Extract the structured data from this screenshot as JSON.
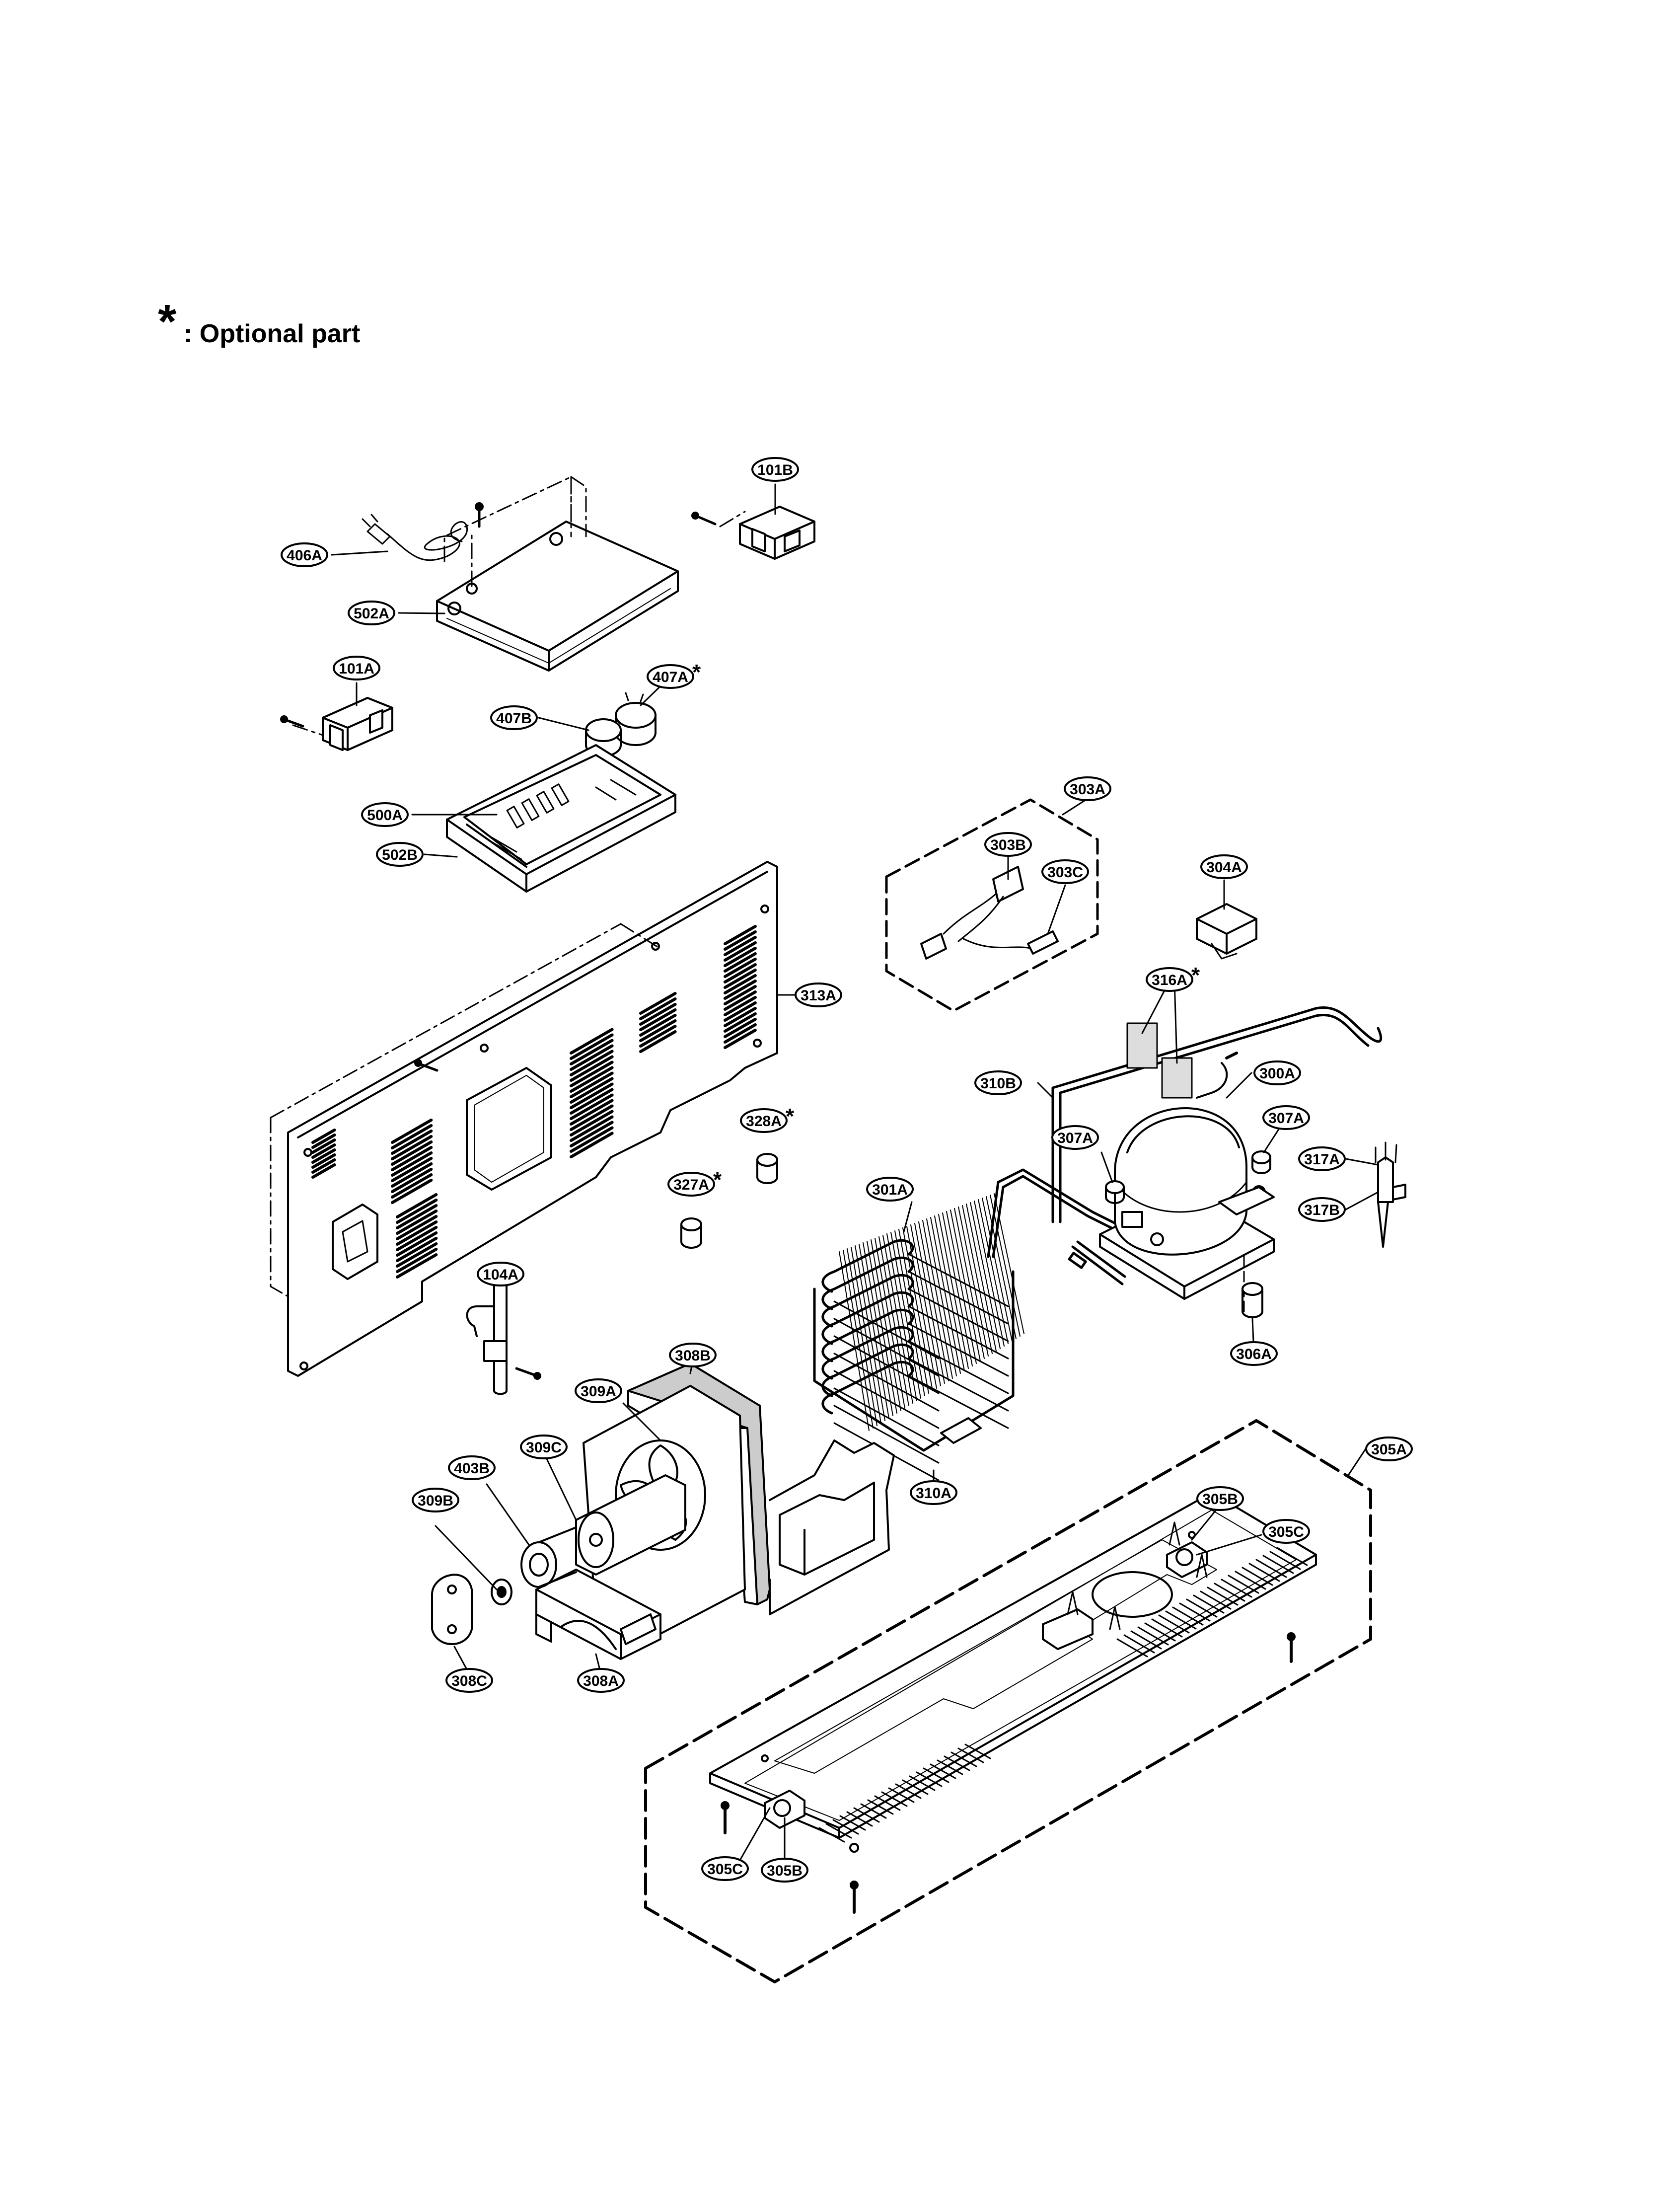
{
  "legend": {
    "symbol": "*",
    "text": ": Optional part"
  },
  "callouts": [
    {
      "id": "101B",
      "optional": false
    },
    {
      "id": "406A",
      "optional": false
    },
    {
      "id": "502A",
      "optional": false
    },
    {
      "id": "101A",
      "optional": false
    },
    {
      "id": "407A",
      "optional": true
    },
    {
      "id": "407B",
      "optional": false
    },
    {
      "id": "500A",
      "optional": false
    },
    {
      "id": "502B",
      "optional": false
    },
    {
      "id": "303A",
      "optional": false
    },
    {
      "id": "303B",
      "optional": false
    },
    {
      "id": "303C",
      "optional": false
    },
    {
      "id": "304A",
      "optional": false
    },
    {
      "id": "313A",
      "optional": false
    },
    {
      "id": "316A",
      "optional": true
    },
    {
      "id": "310B",
      "optional": false
    },
    {
      "id": "300A",
      "optional": false
    },
    {
      "id": "328A",
      "optional": true
    },
    {
      "id": "307A",
      "optional": false
    },
    {
      "id": "307A",
      "optional": false
    },
    {
      "id": "317A",
      "optional": false
    },
    {
      "id": "327A",
      "optional": true
    },
    {
      "id": "301A",
      "optional": false
    },
    {
      "id": "317B",
      "optional": false
    },
    {
      "id": "104A",
      "optional": false
    },
    {
      "id": "306A",
      "optional": false
    },
    {
      "id": "308B",
      "optional": false
    },
    {
      "id": "309A",
      "optional": false
    },
    {
      "id": "305A",
      "optional": false
    },
    {
      "id": "309C",
      "optional": false
    },
    {
      "id": "403B",
      "optional": false
    },
    {
      "id": "310A",
      "optional": false
    },
    {
      "id": "305B",
      "optional": false
    },
    {
      "id": "309B",
      "optional": false
    },
    {
      "id": "305C",
      "optional": false
    },
    {
      "id": "308C",
      "optional": false
    },
    {
      "id": "308A",
      "optional": false
    },
    {
      "id": "305C",
      "optional": false
    },
    {
      "id": "305B",
      "optional": false
    }
  ]
}
